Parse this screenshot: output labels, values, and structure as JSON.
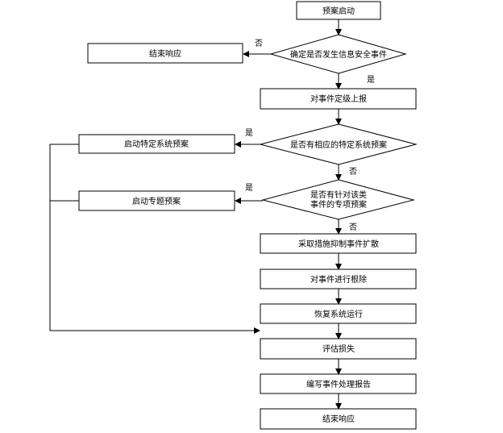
{
  "diagram": {
    "nodes": {
      "start": "预案启动",
      "decide_security": "确定是否发生信息安全事件",
      "end_early": "结束响应",
      "report": "对事件定级上报",
      "decide_specific": "是否有相应的特定系统预案",
      "start_specific": "启动特定系统预案",
      "decide_topic_line1": "是否有针对该类",
      "decide_topic_line2": "事件的专项预案",
      "start_topic": "启动专题预案",
      "contain": "采取措施抑制事件扩散",
      "eradicate": "对事件进行根除",
      "recover": "恢复系统运行",
      "assess": "评估损失",
      "write_report": "编写事件处理报告",
      "end_final": "结束响应"
    },
    "edge_labels": {
      "security_no": "否",
      "security_yes": "是",
      "specific_yes": "是",
      "specific_no": "否",
      "topic_yes": "是",
      "topic_no": "否"
    },
    "colors": {
      "stroke": "#000000",
      "fill": "#ffffff",
      "text": "#000000"
    }
  }
}
